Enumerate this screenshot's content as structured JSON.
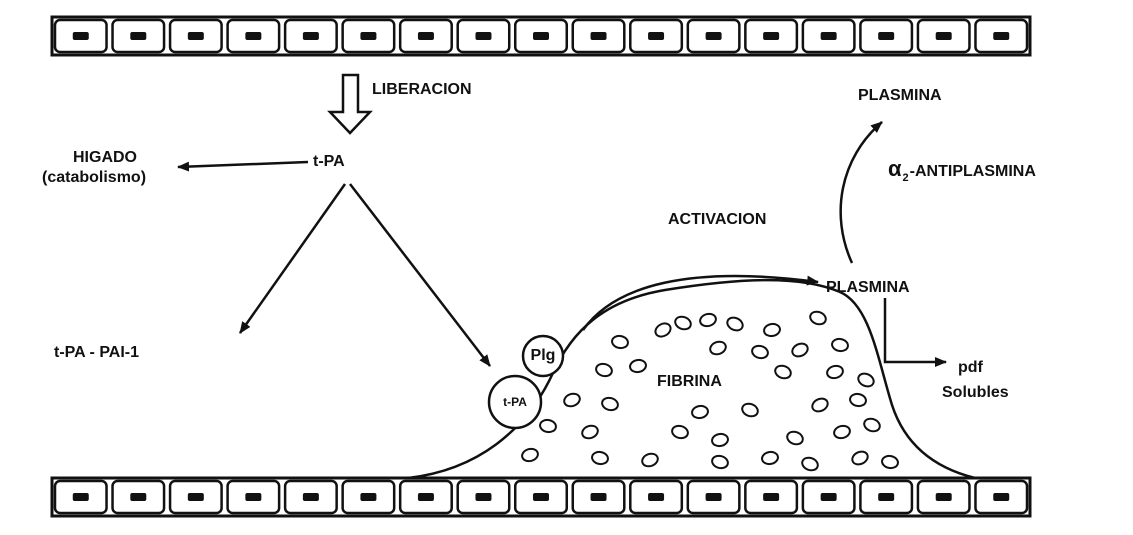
{
  "labels": {
    "liberacion": "LIBERACION",
    "tpa": "t-PA",
    "higado": "HIGADO",
    "catabolismo": "(catabolismo)",
    "tpa_pai": "t-PA  -  PAI-1",
    "plasmina_top": "PLASMINA",
    "antiplasmina_alpha": "α",
    "antiplasmina_sub": "2",
    "antiplasmina_text": "-ANTIPLASMINA",
    "activacion": "ACTIVACION",
    "plasmina_mid": "PLASMINA",
    "pdf": "pdf",
    "solubles": "Solubles",
    "fibrina": "FIBRINA",
    "plg": "Plg",
    "tpa_circle": "t-PA"
  },
  "cell_rows": {
    "top_count": 17,
    "bottom_count": 17
  },
  "colors": {
    "ink": "#111111",
    "background": "#ffffff"
  }
}
